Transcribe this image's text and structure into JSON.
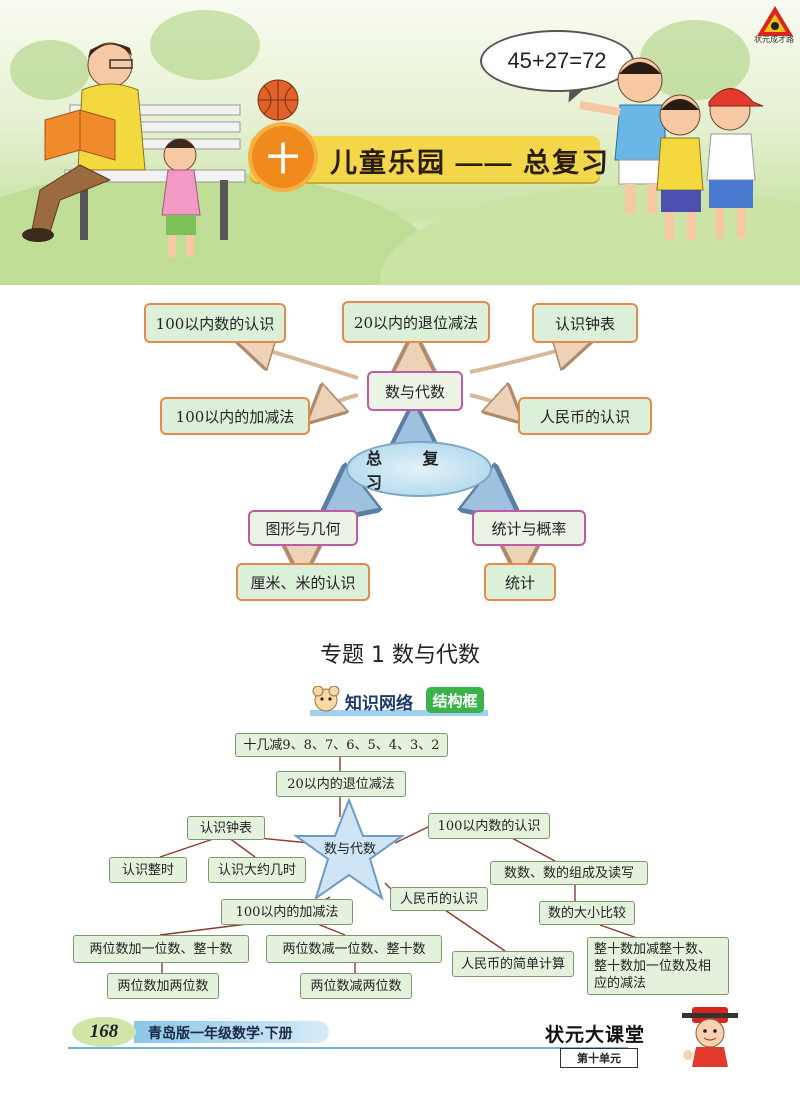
{
  "header": {
    "speech_bubble": "45+27=72",
    "unit_number": "十",
    "unit_title": "儿童乐园 —— 总复习",
    "logo_caption": "状元成才路"
  },
  "overview_map": {
    "center": "总   复   习",
    "number_algebra": "数与代数",
    "topics": {
      "hundred_numbers": "100以内数的认识",
      "twenty_subtraction": "20以内的退位减法",
      "clock": "认识钟表",
      "hundred_add_sub": "100以内的加减法",
      "rmb": "人民币的认识",
      "geometry": "图形与几何",
      "statistics_prob": "统计与概率",
      "cm_m": "厘米、米的认识",
      "statistics": "统计"
    }
  },
  "section_title": "专题 1    数与代数",
  "knowledge_badge": {
    "label": "知识网络",
    "tag": "结构框"
  },
  "knowledge_map": {
    "star": "数与代数",
    "nodes": {
      "teen_minus": "十几减9、8、7、6、5、4、3、2",
      "twenty_sub": "20以内的退位减法",
      "clock": "认识钟表",
      "whole_hour": "认识整时",
      "approx_time": "认识大约几时",
      "hundred_numbers": "100以内数的认识",
      "counting": "数数、数的组成及读写",
      "compare": "数的大小比较",
      "rmb": "人民币的认识",
      "rmb_calc": "人民币的简单计算",
      "hundred_add_sub": "100以内的加减法",
      "add_one_digit": "两位数加一位数、整十数",
      "add_two_digit": "两位数加两位数",
      "sub_one_digit": "两位数减一位数、整十数",
      "sub_two_digit": "两位数减两位数",
      "tens_calc": "整十数加减整十数、整十数加一位数及相应的减法"
    }
  },
  "footer": {
    "page_number": "168",
    "book": "青岛版一年级数学·下册",
    "brand": "状元大课堂",
    "unit_tag": "第十单元"
  },
  "colors": {
    "green_box": "#dcefd8",
    "orange_border": "#e58a4a",
    "purple_border": "#c05aa8",
    "title_yellow": "#f4d64a",
    "accent_orange": "#f08a1c"
  }
}
